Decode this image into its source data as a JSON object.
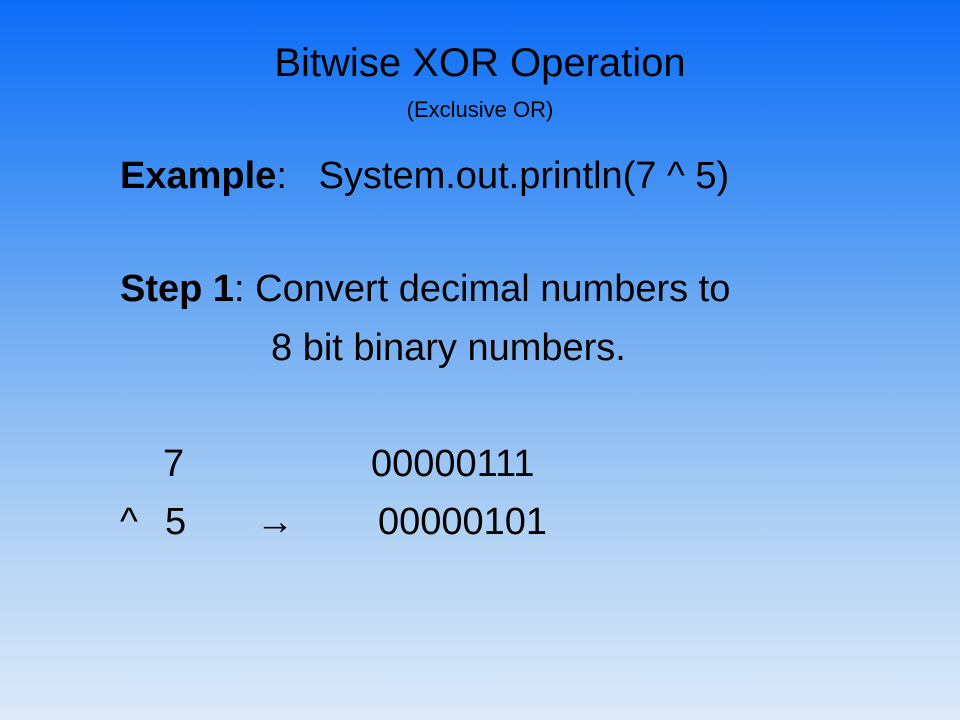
{
  "slide": {
    "title": "Bitwise XOR Operation",
    "subtitle": "(Exclusive OR)",
    "example": {
      "label": "Example",
      "colon": ":",
      "code": "System.out.println(7 ^ 5)"
    },
    "step1": {
      "label": "Step 1",
      "text_line1": ": Convert decimal numbers to",
      "text_line2": "8 bit binary numbers."
    },
    "conversion": {
      "row1_decimal": "7",
      "row1_binary": "00000111",
      "row2_operator": "^",
      "row2_decimal": "5",
      "arrow": "→",
      "row2_binary": "00000101"
    }
  }
}
